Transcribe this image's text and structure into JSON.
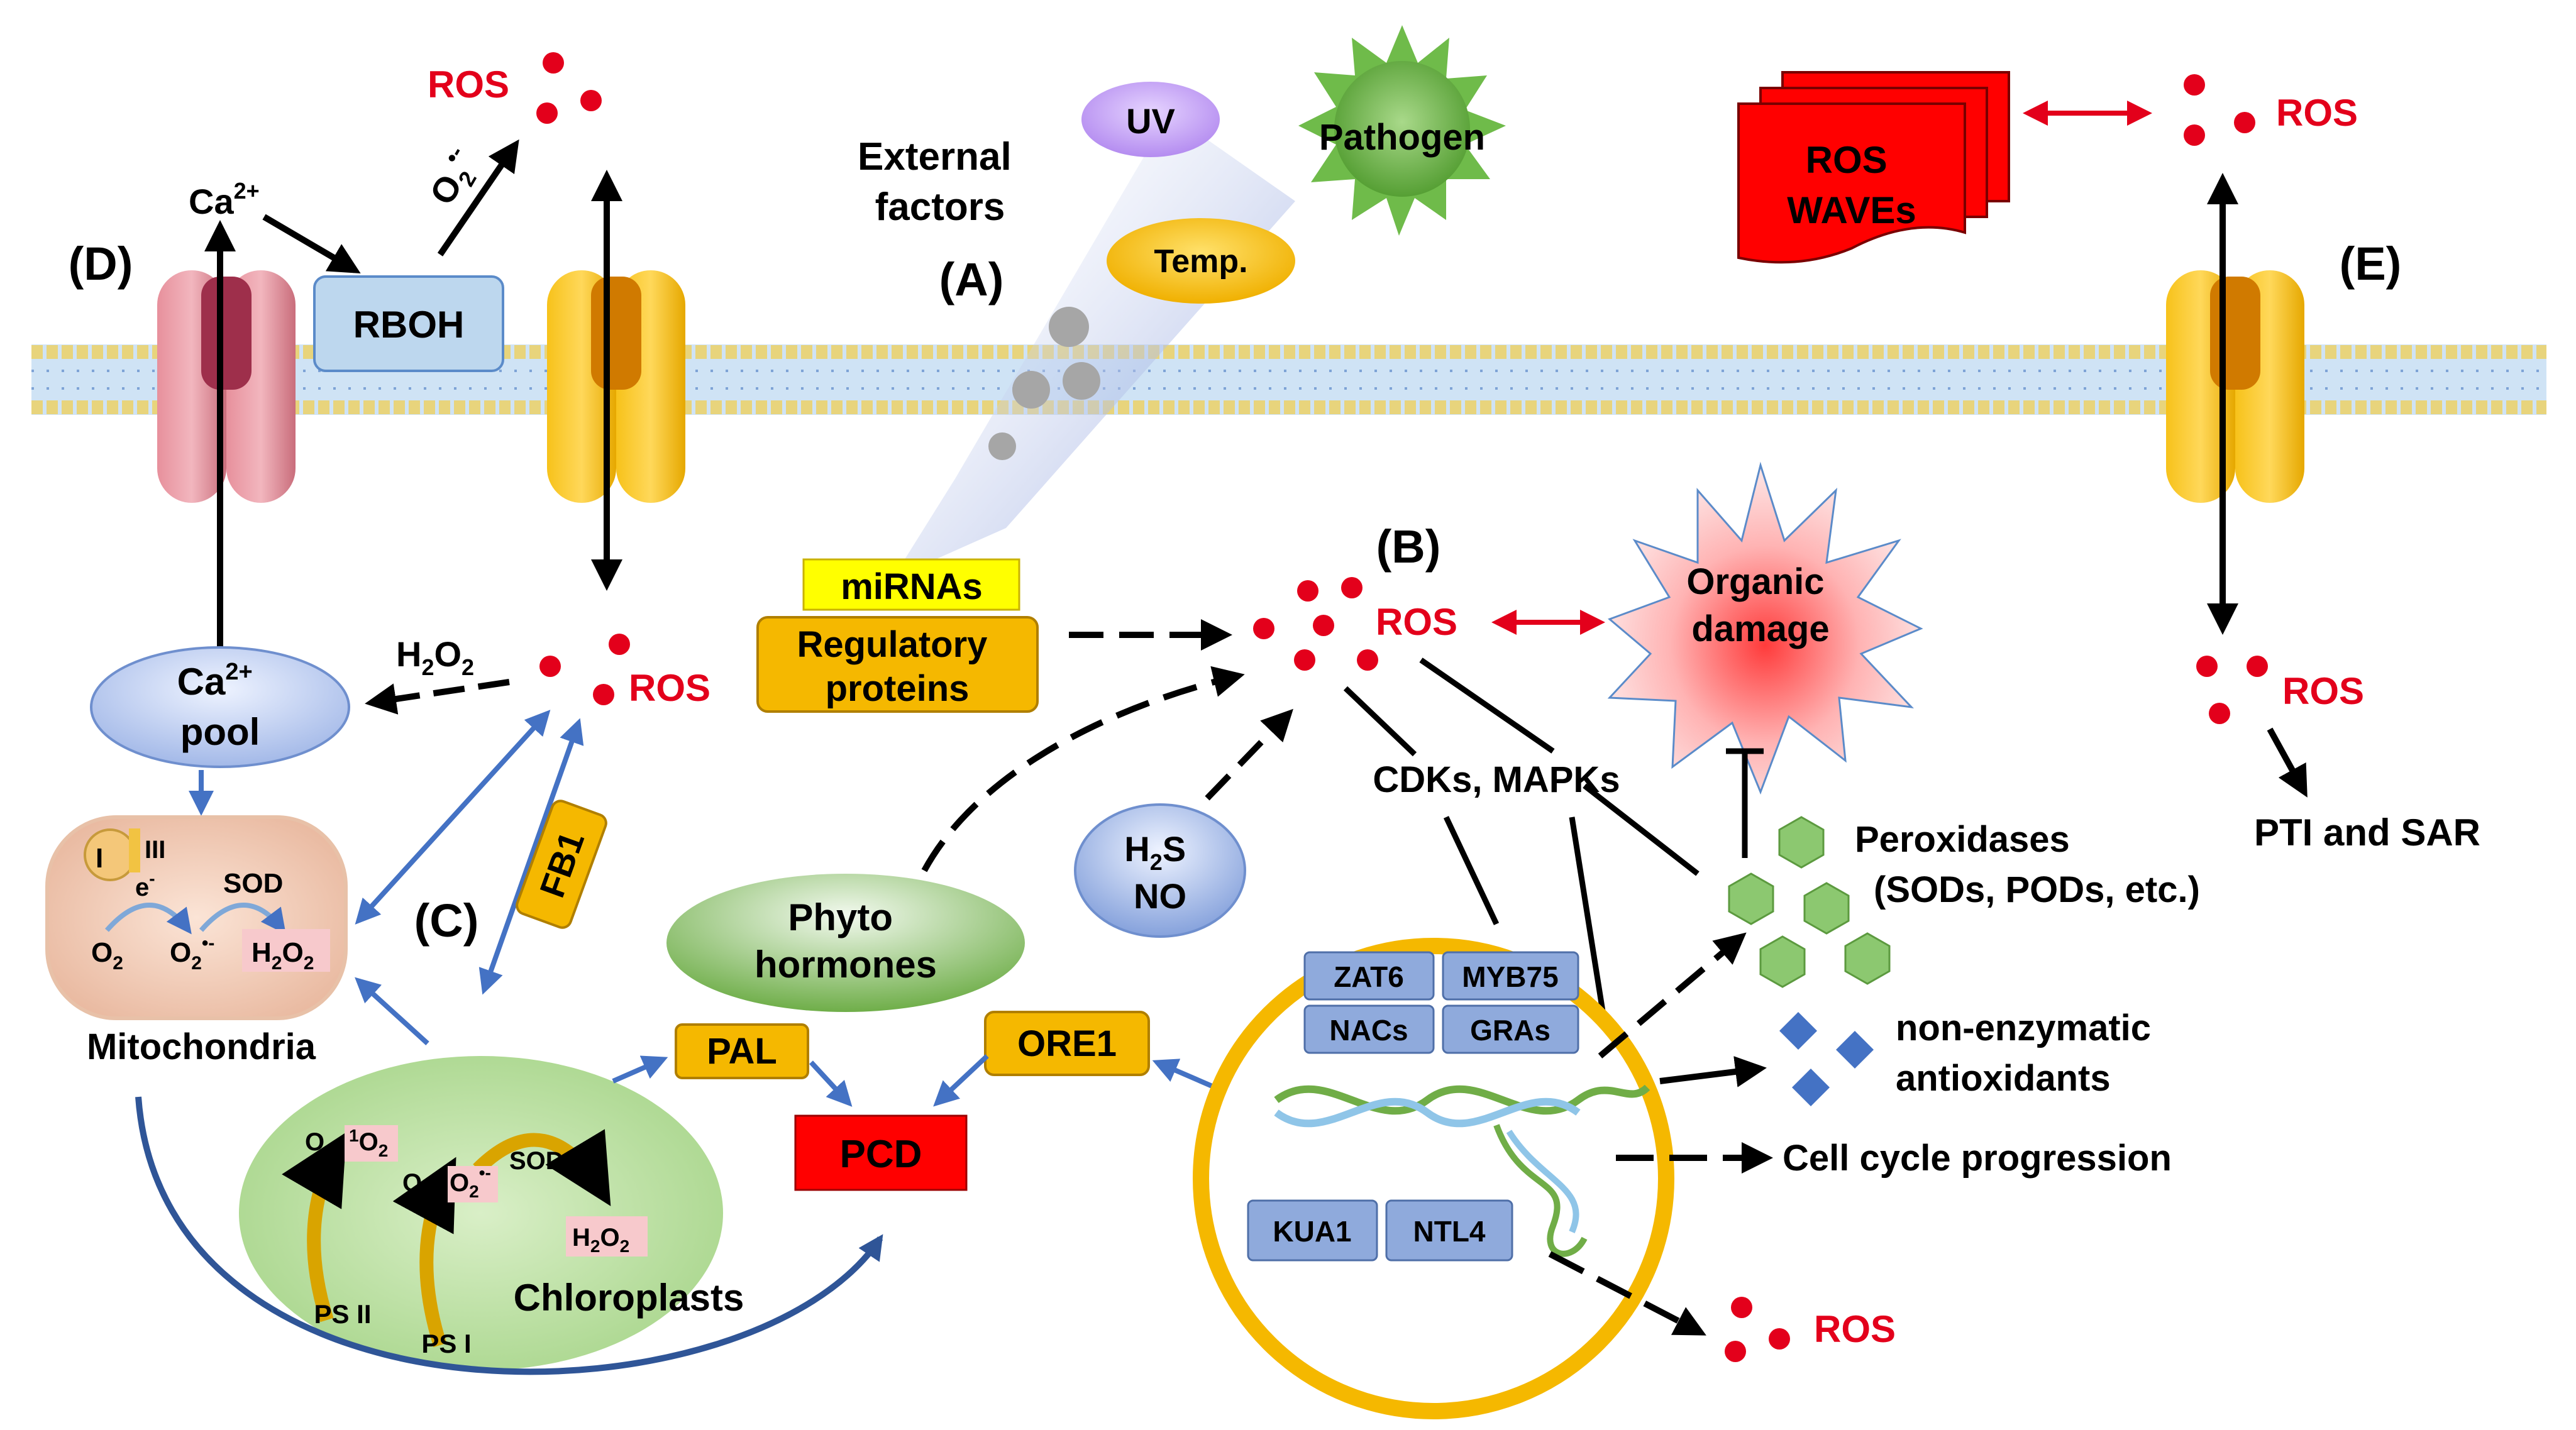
{
  "panels": {
    "a": "(A)",
    "b": "(B)",
    "c": "(C)",
    "d": "(D)",
    "e": "(E)"
  },
  "stimuli": {
    "external_1": "External",
    "external_2": "factors",
    "uv": "UV",
    "pathogen": "Pathogen",
    "temp": "Temp."
  },
  "ros": {
    "label": "ROS",
    "waves_1": "ROS",
    "waves_2": "WAVEs",
    "organic_1": "Organic",
    "organic_2": "damage"
  },
  "signals": {
    "ca": "Ca",
    "ca_sup": "2+",
    "rboh": "RBOH",
    "o2": "O",
    "o2_sub": "2",
    "o2_sup": "•-",
    "h2o2_h": "H",
    "h2o2_sub": "2",
    "h2o2_o": "O",
    "h2o2_sub2": "2",
    "ca_pool": "pool",
    "fb1": "FB1"
  },
  "regulators": {
    "mirnas": "miRNAs",
    "reg_1": "Regulatory",
    "reg_2": "proteins",
    "h2s": "H",
    "h2s_sub": "2",
    "h2s_s": "S",
    "no": "NO",
    "phyto_1": "Phyto",
    "phyto_2": "hormones",
    "cdk": "CDKs, MAPKs",
    "pal": "PAL",
    "ore1": "ORE1",
    "pcd": "PCD"
  },
  "organelles": {
    "mito": "Mitochondria",
    "mito_i": "I",
    "mito_iii": "III",
    "mito_e": "e",
    "mito_e_sup": "-",
    "sod": "SOD",
    "chloro": "Chloroplasts",
    "ps2": "PS II",
    "ps1": "PS I",
    "singlet_sup": "1",
    "singlet_o": "O",
    "singlet_sub": "2"
  },
  "nucleus": {
    "zat6": "ZAT6",
    "myb75": "MYB75",
    "nacs": "NACs",
    "gras": "GRAs",
    "kua1": "KUA1",
    "ntl4": "NTL4"
  },
  "outputs": {
    "perox_1": "Peroxidases",
    "perox_2": "(SODs, PODs, etc.)",
    "nonenz_1": "non-enzymatic",
    "nonenz_2": "antioxidants",
    "cellcycle": "Cell cycle progression",
    "pti": "PTI and SAR"
  },
  "colors": {
    "ros_red": "#e3001b",
    "arrow_blue": "#4472c4",
    "box_yellow": "#f5b800",
    "box_blue": "#8faadc",
    "pcd_red": "#ff0000",
    "leaf_green": "#70ad47"
  }
}
